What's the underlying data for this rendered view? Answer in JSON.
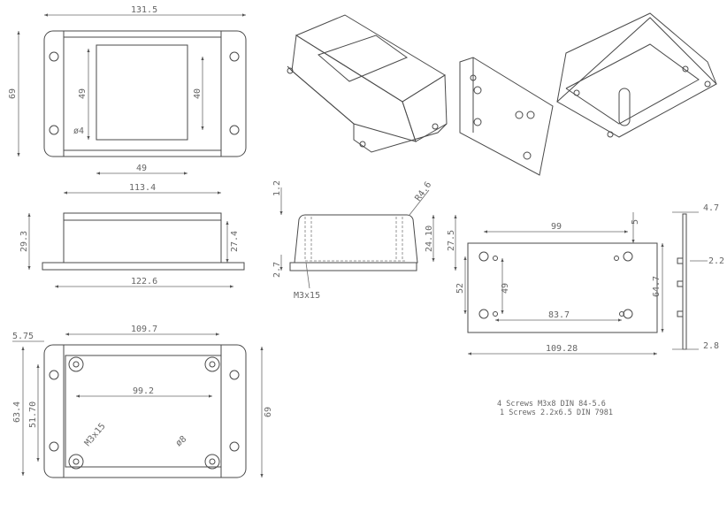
{
  "top_view": {
    "width_overall": "131.5",
    "height_overall": "69",
    "window_height": "49",
    "hole_pitch_v": "40",
    "hole_dia": "ø4",
    "window_width": "49",
    "body_width": "113.4"
  },
  "side_view": {
    "height_total": "29.3",
    "height_body": "27.4",
    "length": "122.6"
  },
  "section_view": {
    "wall_top": "1.2",
    "radius": "R4.6",
    "inner_height": "24.10",
    "outer_height": "27.5",
    "flange": "2.7",
    "screw": "M3x15"
  },
  "plate_view": {
    "hole_pitch_h": "99",
    "edge": "5",
    "hole_pitch_v": "52",
    "inner_pitch_v": "49",
    "width": "64.7",
    "inner_pitch_h": "83.7",
    "length": "109.28"
  },
  "plate_side": {
    "thickness_top": "4.7",
    "standoff": "2.2",
    "thickness_bottom": "2.8"
  },
  "bottom_view": {
    "offset": "5.75",
    "inner_length": "109.7",
    "boss_pitch_h": "99.2",
    "height_outer": "63.4",
    "boss_pitch_v": "51.70",
    "height": "69",
    "screw": "M3x15",
    "boss_dia": "ø8"
  },
  "notes": [
    "4 Screws M3x8 DIN 84-5.6",
    "1 Screws 2.2x6.5 DIN 7981"
  ]
}
